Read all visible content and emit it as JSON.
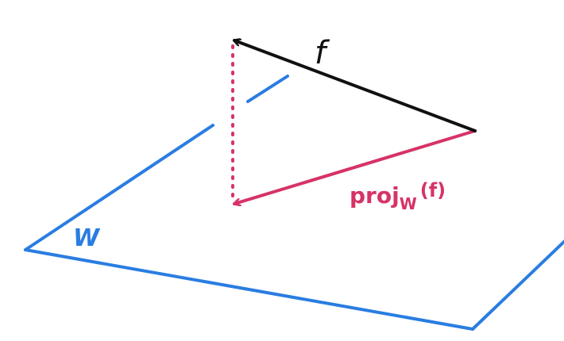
{
  "labels": {
    "vector": "f",
    "projection_main": "proj",
    "projection_sub": "W",
    "projection_arg": "(f)",
    "plane": "W"
  },
  "colors": {
    "vector": "#111111",
    "projection": "#d63366",
    "plane": "#2a7de1"
  }
}
